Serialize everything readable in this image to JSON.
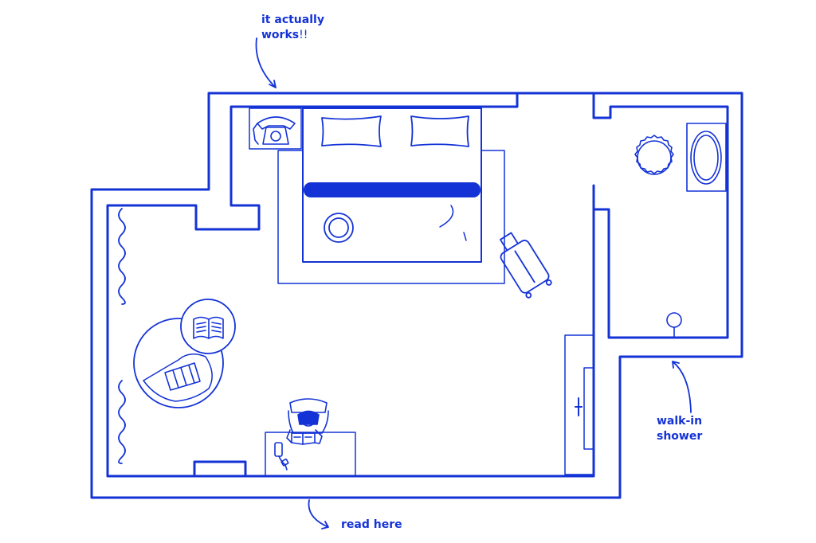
{
  "colors": {
    "ink": "#1433d6",
    "background": "#ffffff"
  },
  "annotations": {
    "works_line1": "it actually",
    "works_line2_word": "works",
    "works_line2_mark": "!!",
    "shower_line1": "walk-in",
    "shower_line2": "shower",
    "read": "read here"
  },
  "icons": [
    "telephone-icon",
    "pillow-icon",
    "robot-vacuum-icon",
    "suitcase-icon",
    "open-book-icon",
    "cushion-icon",
    "person-reading-icon",
    "phone-charger-icon",
    "sink-icon",
    "bathtub-icon",
    "shower-head-icon",
    "curtain-icon",
    "arrow-icon"
  ]
}
